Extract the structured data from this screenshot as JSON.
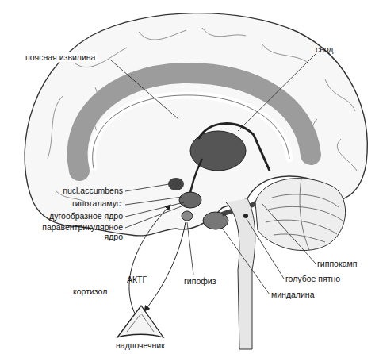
{
  "diagram": {
    "labels": [
      "поясная извилина",
      "свод",
      "nucl.accumbens",
      "гипоталамус:",
      "дугообразное ядро",
      "паравентрикулярное ядро",
      "гипофиз",
      "кортизол",
      "АКТГ",
      "гиппокамп",
      "голубое пятно",
      "миндалина",
      "надпочечник"
    ]
  }
}
